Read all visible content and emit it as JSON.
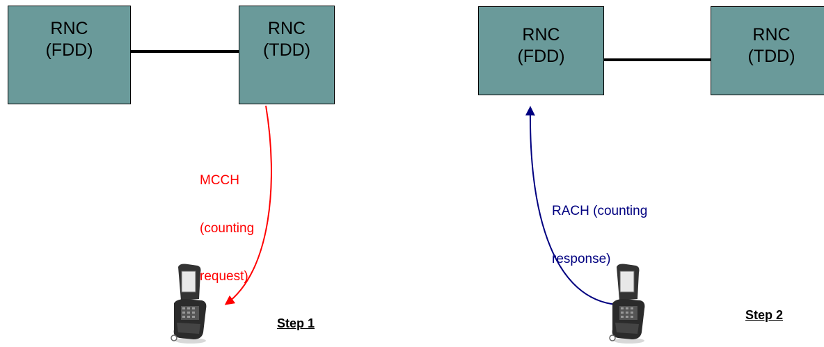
{
  "left_panel": {
    "rnc_fdd": {
      "line1": "RNC",
      "line2": "(FDD)"
    },
    "rnc_tdd": {
      "line1": "RNC",
      "line2": "(TDD)"
    },
    "message": {
      "line1": "MCCH",
      "line2": "(counting",
      "line3": "request)"
    },
    "step": "Step 1",
    "arrow_color": "#ff0000"
  },
  "right_panel": {
    "rnc_fdd": {
      "line1": "RNC",
      "line2": "(FDD)"
    },
    "rnc_tdd": {
      "line1": "RNC",
      "line2": "(TDD)"
    },
    "message": {
      "line1": "RACH (counting",
      "line2": "response)"
    },
    "step": "Step 2",
    "arrow_color": "#000080"
  },
  "colors": {
    "box_fill": "#6a9a9a",
    "link": "#000000"
  },
  "icons": [
    "mobile-phone-icon",
    "mobile-phone-icon"
  ]
}
